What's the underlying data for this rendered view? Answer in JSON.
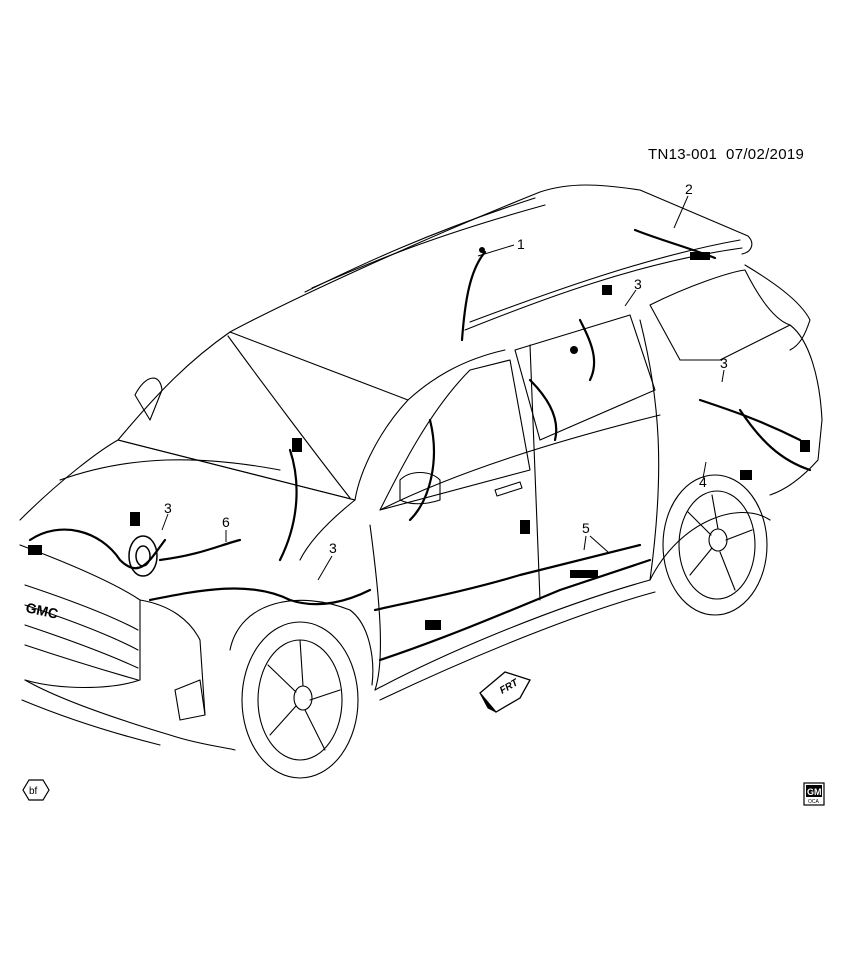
{
  "header": {
    "code": "TN13-001",
    "date": "07/02/2019"
  },
  "callouts": [
    {
      "id": "callout-1",
      "label": "1"
    },
    {
      "id": "callout-2",
      "label": "2"
    },
    {
      "id": "callout-3a",
      "label": "3"
    },
    {
      "id": "callout-3b",
      "label": "3"
    },
    {
      "id": "callout-3c",
      "label": "3"
    },
    {
      "id": "callout-3d",
      "label": "3"
    },
    {
      "id": "callout-4",
      "label": "4"
    },
    {
      "id": "callout-5",
      "label": "5"
    },
    {
      "id": "callout-6",
      "label": "6"
    }
  ],
  "direction_arrow": {
    "label": "FRT"
  },
  "brand_grille": {
    "label": "GMC"
  },
  "badges": {
    "left": "bf",
    "right_logo": "GM",
    "right_sub": "OCA"
  },
  "colors": {
    "line": "#000000",
    "background": "#ffffff"
  }
}
